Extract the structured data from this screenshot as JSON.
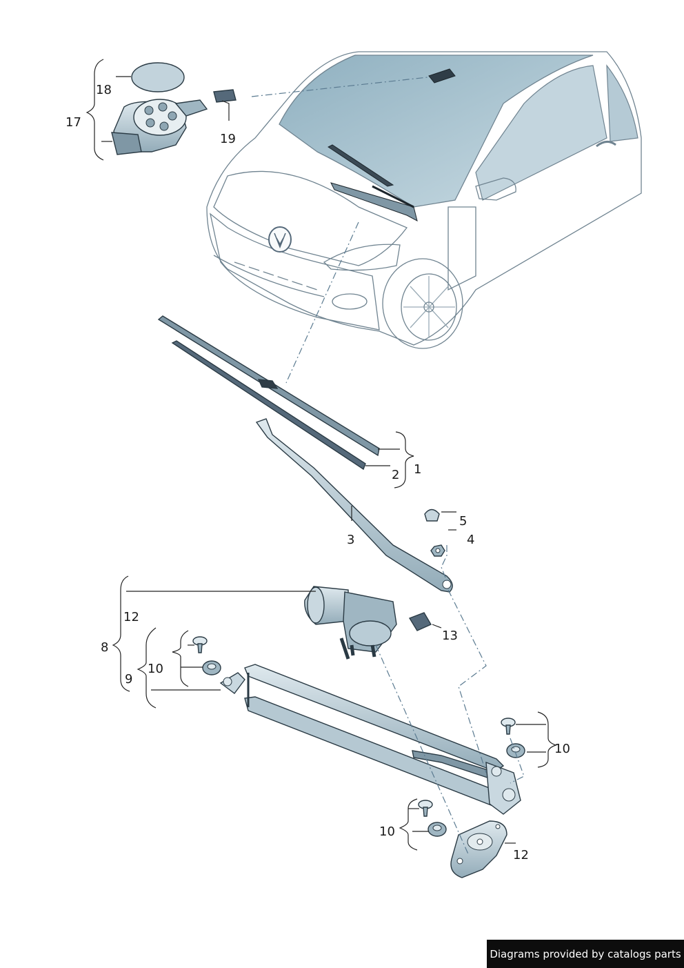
{
  "callouts": {
    "c1": "1",
    "c2": "2",
    "c3": "3",
    "c4": "4",
    "c5": "5",
    "c8": "8",
    "c9": "9",
    "c10a": "10",
    "c10b": "10",
    "c10c": "10",
    "c12a": "12",
    "c12b": "12",
    "c13": "13",
    "c17": "17",
    "c18": "18",
    "c19": "19"
  },
  "footer": {
    "credit": "Diagrams provided by catalogs parts"
  },
  "colors": {
    "part_fill": "#b9ccd6",
    "part_dark": "#7f97a5",
    "glass": "#9fb9c6",
    "line": "#222222",
    "credit_bg": "#0d0d0d"
  }
}
